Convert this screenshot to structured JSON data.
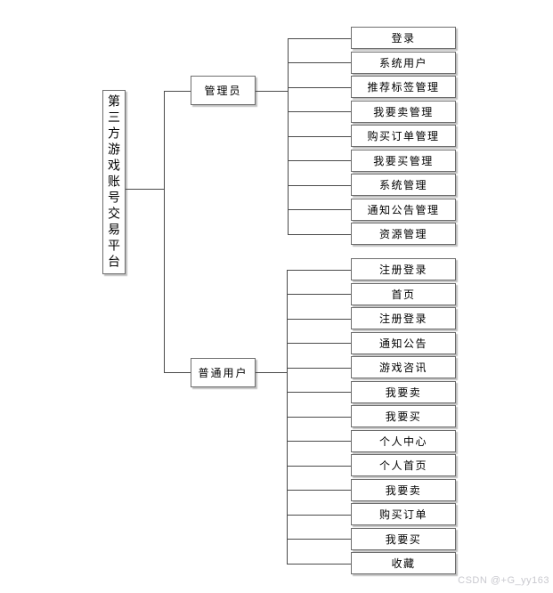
{
  "diagram": {
    "root": {
      "label": "第三方游戏账号交易平台"
    },
    "branches": [
      {
        "label": "管理员",
        "leaves": [
          "登录",
          "系统用户",
          "推荐标签管理",
          "我要卖管理",
          "购买订单管理",
          "我要买管理",
          "系统管理",
          "通知公告管理",
          "资源管理"
        ]
      },
      {
        "label": "普通用户",
        "leaves": [
          "注册登录",
          "首页",
          "注册登录",
          "通知公告",
          "游戏咨讯",
          "我要卖",
          "我要买",
          "个人中心",
          "个人首页",
          "我要卖",
          "购买订单",
          "我要买",
          "收藏"
        ]
      }
    ]
  },
  "watermark": "CSDN @+G_yy163",
  "colors": {
    "background": "#ffffff",
    "box_fill": "#ffffff",
    "box_border": "#6e6e6e",
    "connector": "#4a4a4a",
    "text": "#000000",
    "watermark": "#c9c9cf"
  }
}
